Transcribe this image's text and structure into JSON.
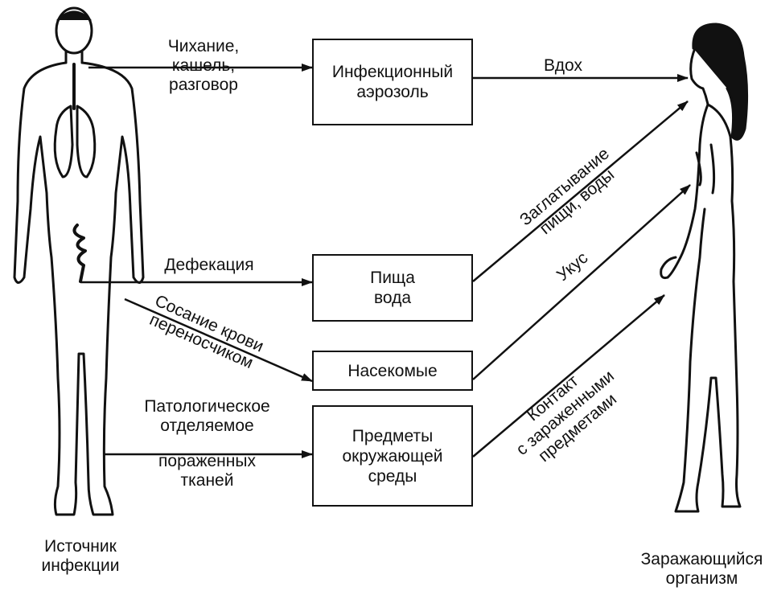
{
  "source": {
    "caption_line1": "Источник",
    "caption_line2": "инфекции"
  },
  "target": {
    "caption_line1": "Заражающийся",
    "caption_line2": "организм"
  },
  "boxes": {
    "aerosol": [
      "Инфекционный",
      "аэрозоль"
    ],
    "food_water": [
      "Пища",
      "вода"
    ],
    "insects": [
      "Насекомые"
    ],
    "objects": [
      "Предметы",
      "окружающей",
      "среды"
    ]
  },
  "edges": {
    "sneeze": [
      "Чихание,",
      "кашель,",
      "разговор"
    ],
    "inhale": "Вдох",
    "defecation": "Дефекация",
    "blood": [
      "Сосание крови",
      "переносчиком"
    ],
    "pathological": [
      "Патологическое",
      "отделяемое",
      "пораженных",
      "тканей"
    ],
    "swallow": [
      "Заглатывание",
      "пищи, воды"
    ],
    "bite": "Укус",
    "contact": [
      "Контакт",
      "с зараженными",
      "предметами"
    ]
  }
}
